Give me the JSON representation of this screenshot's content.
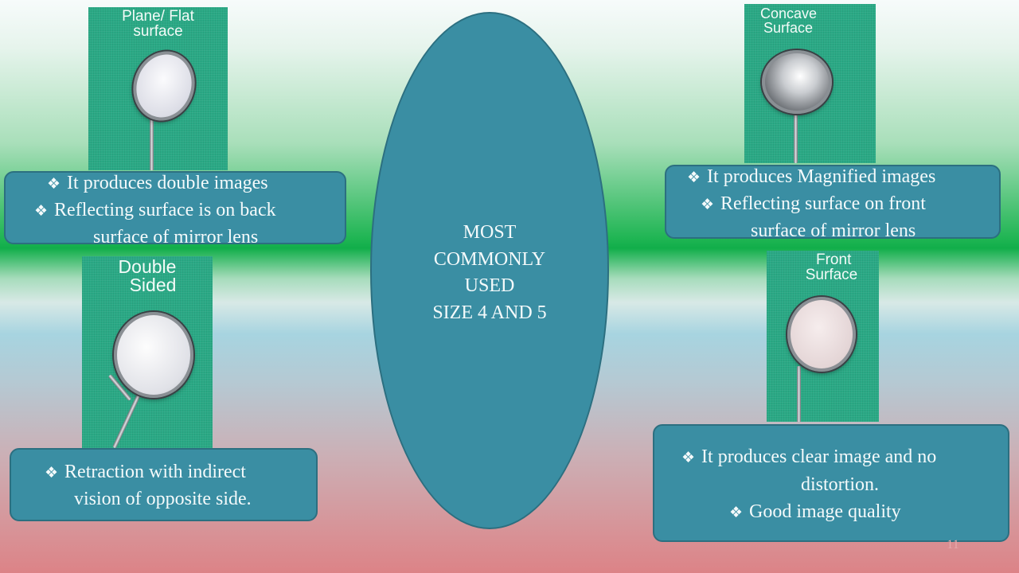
{
  "colors": {
    "box_fill": "#3a8ea3",
    "box_border": "#2c6f80",
    "photo_background": "#2aa985",
    "text_light": "#f4fafb"
  },
  "photos": {
    "plane": {
      "label": [
        "Plane/ Flat",
        "surface"
      ]
    },
    "concave": {
      "label": [
        "Concave",
        "Surface"
      ]
    },
    "double": {
      "label": [
        "Double",
        "Sided"
      ]
    },
    "front": {
      "label": [
        "Front",
        "Surface"
      ]
    }
  },
  "boxes": {
    "plane": [
      "It produces double images",
      "Reflecting surface is on back",
      "surface of mirror lens"
    ],
    "concave": [
      "It produces Magnified images",
      "Reflecting surface on front",
      "surface of mirror lens"
    ],
    "double": [
      "Retraction with indirect",
      "vision of opposite side."
    ],
    "front": [
      "It produces clear image and no",
      "distortion.",
      "Good image quality"
    ]
  },
  "center": {
    "lines": [
      "MOST",
      "COMMONLY",
      "USED",
      "SIZE 4 AND 5"
    ]
  },
  "page_number": "11",
  "bullet_icon": "diamond-bullet-icon"
}
